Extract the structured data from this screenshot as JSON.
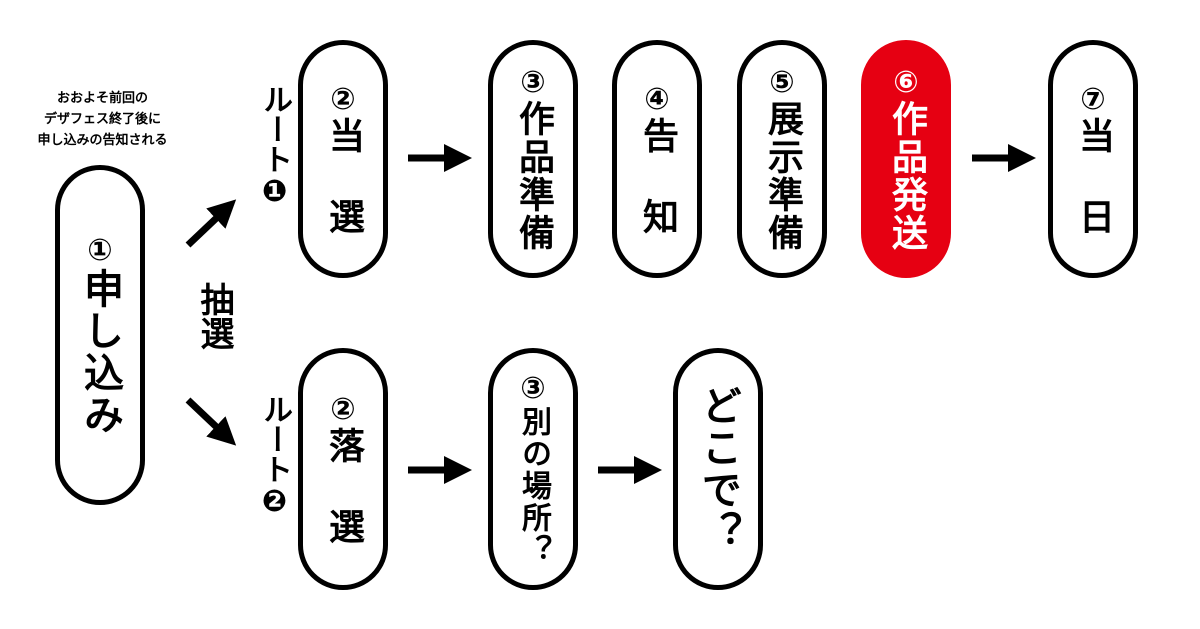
{
  "note": [
    "おおよそ前回の",
    "デザフェス終了後に",
    "申し込みの告知される"
  ],
  "start": {
    "num": "①",
    "label": "申し込み"
  },
  "lottery": "抽選",
  "route1": "ルート❶",
  "route2": "ルート❷",
  "top_row": [
    {
      "num": "②",
      "label": "当 選"
    },
    {
      "num": "③",
      "label": "作品準備"
    },
    {
      "num": "④",
      "label": "告 知"
    },
    {
      "num": "⑤",
      "label": "展示準備"
    },
    {
      "num": "⑥",
      "label": "作品発送",
      "highlight": true
    },
    {
      "num": "⑦",
      "label": "当 日"
    }
  ],
  "bottom_row": [
    {
      "num": "②",
      "label": "落 選"
    },
    {
      "num": "③",
      "label": "別の場所？"
    },
    {
      "num": "",
      "label": "どこで？"
    }
  ],
  "colors": {
    "highlight": "#e60012",
    "line": "#000000"
  }
}
